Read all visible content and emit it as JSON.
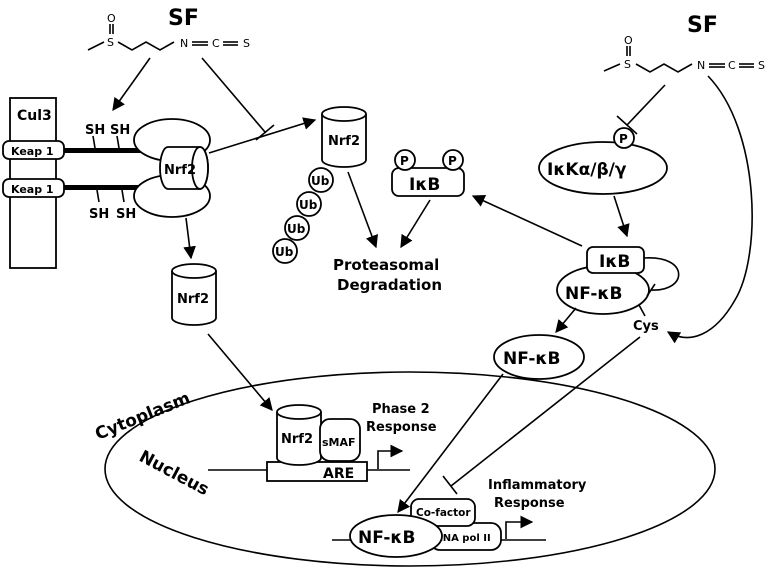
{
  "sf_label": "SF",
  "molecule": {
    "s_oxide_o": "O",
    "s_oxide_s": "S",
    "n": "N",
    "c": "C",
    "s_end": "S"
  },
  "cul3": "Cul3",
  "keap1": "Keap 1",
  "sh": "SH",
  "nrf2": "Nrf2",
  "ub": "Ub",
  "p": "P",
  "ikb": "IκB",
  "ikk": "IκKα/β/γ",
  "nfkb": "NF-κB",
  "cys": "Cys",
  "proteasomal_l1": "Proteasomal",
  "proteasomal_l2": "Degradation",
  "cytoplasm": "Cytoplasm",
  "nucleus": "Nucleus",
  "smaf": "sMAF",
  "are": "ARE",
  "phase2_l1": "Phase 2",
  "phase2_l2": "Response",
  "inflammatory_l1": "Inflammatory",
  "inflammatory_l2": "Response",
  "cofactor": "Co-factor",
  "rnapol": "RNA pol II"
}
